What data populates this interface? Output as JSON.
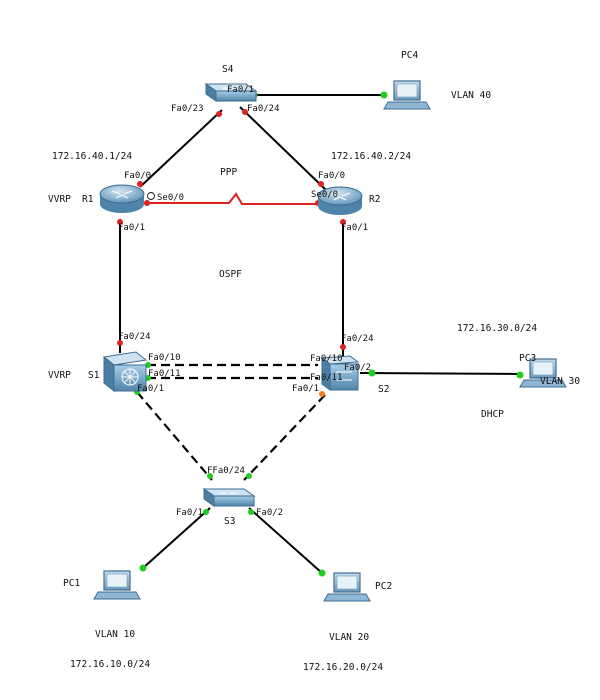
{
  "colors": {
    "link": "#000000",
    "serial_link": "#e02020",
    "port_up": "#22cc22",
    "port_down": "#dd2222",
    "port_amber": "#f08020",
    "device_blue": "#6a9ec4"
  },
  "devices": {
    "s4": "S4",
    "pc4": "PC4",
    "r1": "R1",
    "r2": "R2",
    "s1": "S1",
    "s2": "S2",
    "pc3": "PC3",
    "s3": "S3",
    "pc1": "PC1",
    "pc2": "PC2"
  },
  "protocols": {
    "ppp": "PPP",
    "ospf": "OSPF",
    "vrrp_r1": "VVRP",
    "vrrp_s1": "VVRP",
    "dhcp": "DHCP"
  },
  "ports": {
    "s4_fa01": "Fa0/1",
    "s4_fa023": "Fa0/23",
    "s4_fa024": "Fa0/24",
    "r1_fa00": "Fa0/0",
    "r1_se00": "Se0/0",
    "r1_fa01": "Fa0/1",
    "r2_fa00": "Fa0/0",
    "r2_se00": "Se0/0",
    "r2_fa01": "Fa0/1",
    "s1_fa024": "Fa0/24",
    "s1_fa010": "Fa0/10",
    "s1_fa011": "Fa0/11",
    "s1_fa01": "Fa0/1",
    "s2_fa024": "Fa0/24",
    "s2_fa010": "Fa0/10",
    "s2_fa011": "Fa0/11",
    "s2_fa01": "Fa0/1",
    "s2_fa02": "Fa0/2",
    "s3_fa024": "FFa0/24",
    "s3_fa01": "Fa0/1",
    "s3_fa02": "Fa0/2"
  },
  "addresses": {
    "r1_ip": "172.16.40.1/24",
    "r2_ip": "172.16.40.2/24",
    "net_30": "172.16.30.0/24",
    "net_10": "172.16.10.0/24",
    "net_20": "172.16.20.0/24"
  },
  "vlans": {
    "vlan40": "VLAN 40",
    "vlan30": "VLAN 30",
    "vlan10": "VLAN 10",
    "vlan20": "VLAN 20"
  }
}
